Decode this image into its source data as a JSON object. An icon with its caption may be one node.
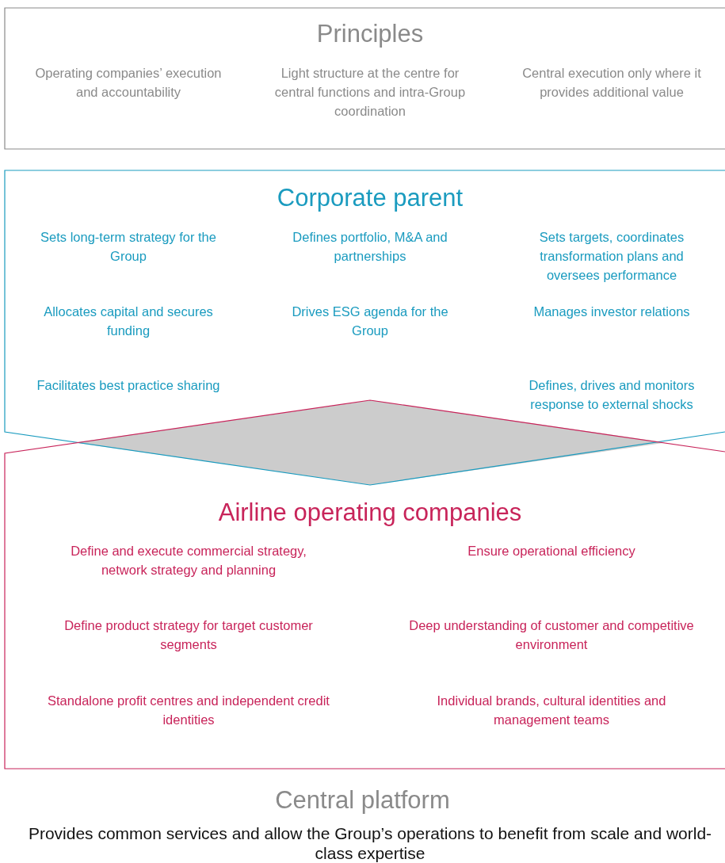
{
  "diagram": {
    "nodes": [
      {
        "text": [
          "Principles",
          "Operating companies’ execution and accountability",
          "Light structure at the centre for central functions and intra-Group coordination",
          "Central execution only where it provides additional value"
        ]
      },
      {
        "text": [
          "Corporate parent",
          "Sets long-term strategy for the Group",
          "Defines portfolio, M&A and partnerships",
          "Sets targets, coordinates transformation plans and oversees performance",
          "Allocates capital and secures funding",
          "Drives ESG agenda for the Group",
          "Manages investor relations",
          "Facilitates best practice sharing",
          "Defines, drives and monitors response to external shocks"
        ]
      },
      {
        "text": [
          "Airline operating companies",
          "Define and execute commercial strategy, network strategy and planning",
          "Ensure operational efficiency",
          "Define product strategy for target customer segments",
          "Deep understanding of customer and competitive environment",
          "Standalone profit centres and independent credit identities",
          "Individual brands, cultural identities and management teams"
        ]
      },
      {
        "text": [],
        "shape": "diamond"
      }
    ],
    "labels": [
      "Central platform",
      "Provides common services and allow the Group’s operations to benefit from scale and world-class expertise"
    ]
  }
}
